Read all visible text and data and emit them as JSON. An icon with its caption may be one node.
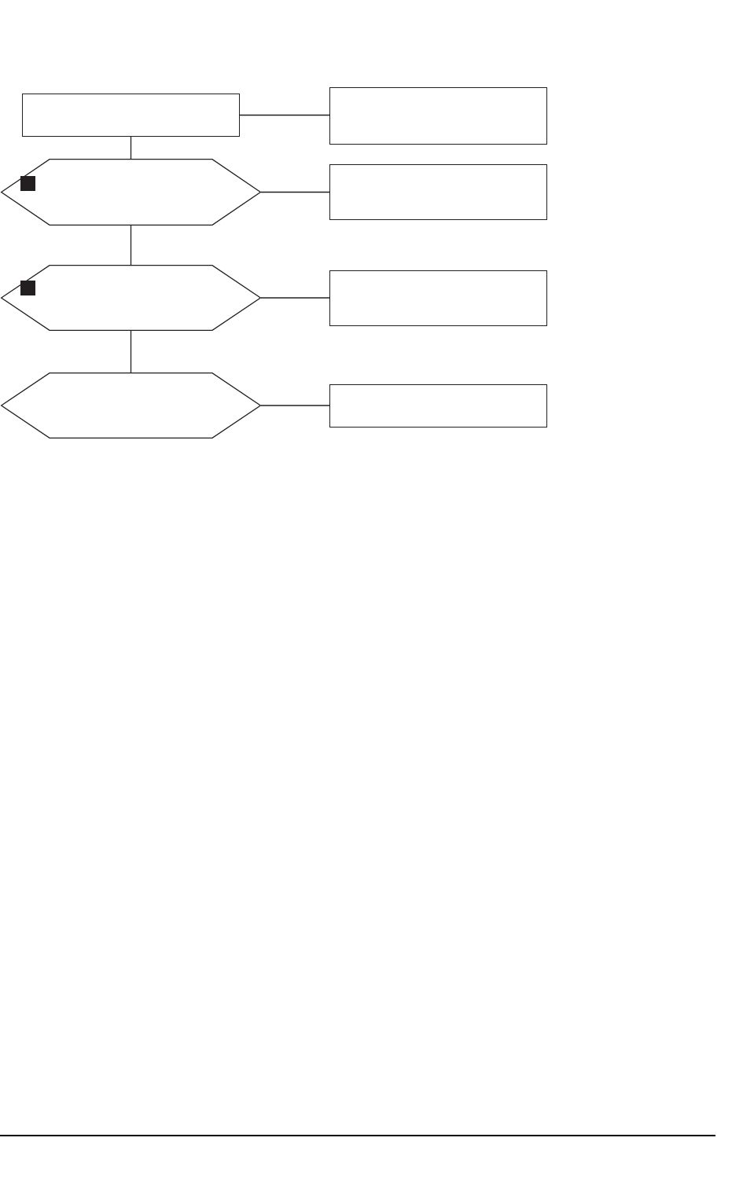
{
  "diagram": {
    "nodes": [
      {
        "text": [],
        "shape": "box"
      },
      {
        "text": [],
        "shape": "box"
      },
      {
        "text": [],
        "shape": "hexagon"
      },
      {
        "text": [],
        "shape": "box"
      },
      {
        "text": [],
        "shape": "hexagon"
      },
      {
        "text": [],
        "shape": "box"
      },
      {
        "text": [],
        "shape": "hexagon"
      },
      {
        "text": [],
        "shape": "box"
      }
    ],
    "edges": [
      {
        "from": 0,
        "to": 1,
        "arrow": "none"
      },
      {
        "from": 0,
        "to": 2,
        "arrow": "none"
      },
      {
        "from": 2,
        "to": 3,
        "arrow": "none"
      },
      {
        "from": 2,
        "to": 4,
        "arrow": "none"
      },
      {
        "from": 4,
        "to": 5,
        "arrow": "none"
      },
      {
        "from": 4,
        "to": 6,
        "arrow": "none"
      },
      {
        "from": 6,
        "to": 7,
        "arrow": "none"
      }
    ]
  }
}
